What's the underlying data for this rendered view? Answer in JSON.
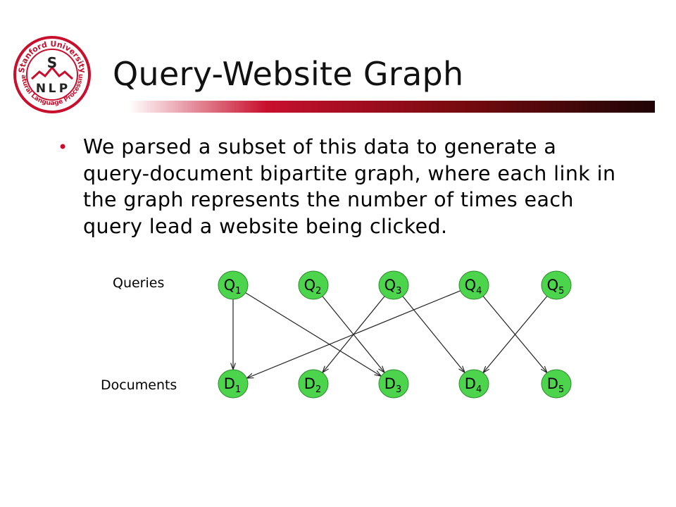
{
  "logo": {
    "ring_text_top": "Stanford University",
    "ring_text_bottom": "Natural Language Processing",
    "letters": [
      "S",
      "N",
      "L",
      "P"
    ],
    "colors": {
      "ring": "#c8102e",
      "mountain": "#c8102e"
    }
  },
  "slide": {
    "title": "Query-Website Graph",
    "bullets": [
      "We parsed a subset of this data to generate a query-document bipartite graph, where each link in the graph represents the number of times each query lead a website being clicked."
    ]
  },
  "graph": {
    "row_labels": {
      "queries": "Queries",
      "documents": "Documents"
    },
    "queries": [
      {
        "letter": "Q",
        "sub": "1"
      },
      {
        "letter": "Q",
        "sub": "2"
      },
      {
        "letter": "Q",
        "sub": "3"
      },
      {
        "letter": "Q",
        "sub": "4"
      },
      {
        "letter": "Q",
        "sub": "5"
      }
    ],
    "documents": [
      {
        "letter": "D",
        "sub": "1"
      },
      {
        "letter": "D",
        "sub": "2"
      },
      {
        "letter": "D",
        "sub": "3"
      },
      {
        "letter": "D",
        "sub": "4"
      },
      {
        "letter": "D",
        "sub": "5"
      }
    ],
    "edges": [
      {
        "from": "Q1",
        "to": "D1"
      },
      {
        "from": "Q1",
        "to": "D3"
      },
      {
        "from": "Q2",
        "to": "D3"
      },
      {
        "from": "Q3",
        "to": "D2"
      },
      {
        "from": "Q3",
        "to": "D4"
      },
      {
        "from": "Q4",
        "to": "D1"
      },
      {
        "from": "Q4",
        "to": "D5"
      },
      {
        "from": "Q5",
        "to": "D4"
      }
    ],
    "colors": {
      "node_fill": "#4cd44c",
      "node_stroke": "#2e8b2e",
      "edge": "#222222"
    }
  }
}
